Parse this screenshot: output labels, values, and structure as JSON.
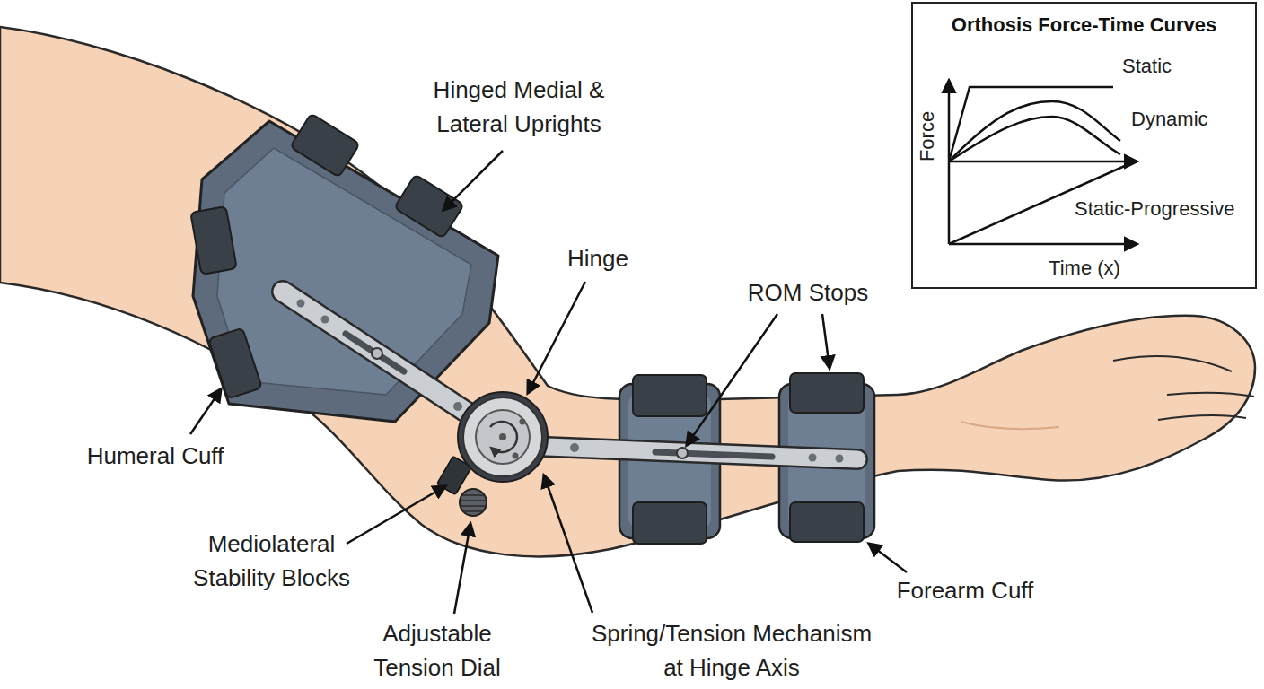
{
  "diagram": {
    "nodes": [
      {
        "text": [
          "Orthosis Force-Time Curves"
        ]
      }
    ],
    "labels": [
      "Hinged Medial & Lateral Uprights",
      "Hinge",
      "ROM Stops",
      "Humeral Cuff",
      "Mediolateral Stability Blocks",
      "Adjustable Tension Dial",
      "Spring/Tension Mechanism at Hinge Axis",
      "Forearm Cuff",
      "Static",
      "Dynamic",
      "Force",
      "Static-Progressive",
      "Time (x)"
    ]
  }
}
